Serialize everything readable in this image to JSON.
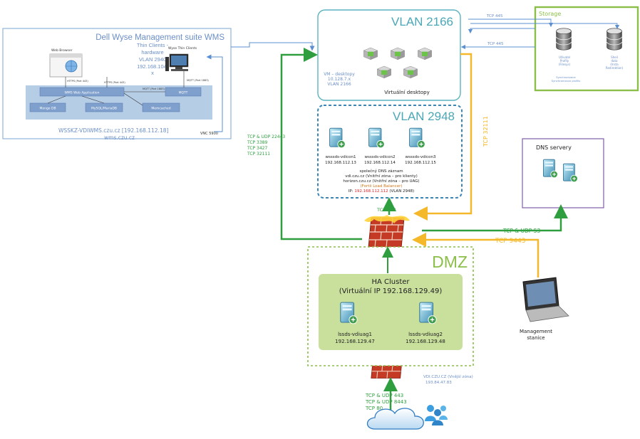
{
  "wms": {
    "title": "Dell Wyse Management suite WMS",
    "thin_clients_note": [
      "Thin Clients -",
      "hardware",
      "VLAN 2940",
      "192.168.104.",
      "x"
    ],
    "web_browser": "Web Browser",
    "wyse_thin_clients": "Wyse Thin Clients",
    "https1": "HTTPS (Port 443)",
    "https2": "HTTPS (Port 443)",
    "mqtt1": "MQTT (Port 1883)",
    "mqtt2": "MQTT (Port 1883)",
    "web_app": "WMS Web Application",
    "mqtt_box": "MQTT",
    "mongo": "Mongo DB",
    "mariadb": "MySQL/MariaDB",
    "memcached": "Memcached",
    "host": "WSSKZ-VDIWMS.czu.cz [192.168.112.18]",
    "url": "wms.czu.cz",
    "vnc": "VNC 5900"
  },
  "vlan2166": {
    "title": "VLAN 2166",
    "vm_note": [
      "VM – desktopy",
      "10.128.7.x",
      "VLAN 2166"
    ],
    "caption": "Virtuální desktopy"
  },
  "storage": {
    "title": "Storage",
    "db1": [
      "Uživatel",
      "Profily",
      "(Filesys)"
    ],
    "db2": [
      "Sheil",
      "data",
      "(Insta",
      "Redirektion)"
    ],
    "note": [
      "Synchronizace",
      "Synchronizace profilu"
    ],
    "tcp445_a": "TCP 445",
    "tcp445_b": "TCP 445"
  },
  "vlan2948": {
    "title": "VLAN 2948",
    "servers": [
      {
        "name": "wsssds-vdicon1",
        "ip": "192.168.112.13"
      },
      {
        "name": "wsssds-vdicon2",
        "ip": "192.168.112.14"
      },
      {
        "name": "wsssds-vdicon3",
        "ip": "192.168.112.15"
      }
    ],
    "dns_title": "společný DNS záznam",
    "dns_line1": "vdi.czu.cz (Vnitřní zóna – pro klienty)",
    "dns_line2": "horizon.czu.cz (Vnitřní zóna – pro UAG)",
    "lb": "(Fortii Load Balancer)",
    "ip_label": "IP:",
    "ip_value": "192.168.112.112",
    "ip_vlan": "(VLAN 2948)"
  },
  "left_ports": [
    "TCP & UDP 22443",
    "TCP 3389",
    "TCP 3427",
    "TCP 32111"
  ],
  "tcp32111": "TCP 32111",
  "tcp443": "TCP 443",
  "dns_servers": {
    "title": "DNS servery"
  },
  "tcp_udp_53": "TCP & UDP 53",
  "tcp9443": "TCP 9443",
  "dmz": {
    "title": "DMZ",
    "cluster_title": "HA Cluster",
    "cluster_vip": "(Virtuální IP 192.168.129.49)",
    "nodes": [
      {
        "name": "lssds-vdiuag1",
        "ip": "192.168.129.47"
      },
      {
        "name": "lssds-vdiuag2",
        "ip": "192.168.129.48"
      }
    ]
  },
  "public_zone": [
    "VDI.CZU.CZ (Vnější zóna)",
    "193.84.47.83"
  ],
  "bottom_ports": [
    "TCP & UDP 443",
    "TCP & UDP 8443",
    "TCP 80"
  ],
  "mgmt": [
    "Management",
    "stanice"
  ],
  "colors": {
    "teal": "#5ab4c0",
    "blue_dashed": "#3a86b8",
    "green": "#2e9e3e",
    "light_green": "#8cbf4a",
    "orange": "#f5b82a",
    "purple": "#7e5ea8",
    "wms_border": "#8fb3d9",
    "wms_text": "#6b8fc7",
    "red": "#e02020"
  }
}
